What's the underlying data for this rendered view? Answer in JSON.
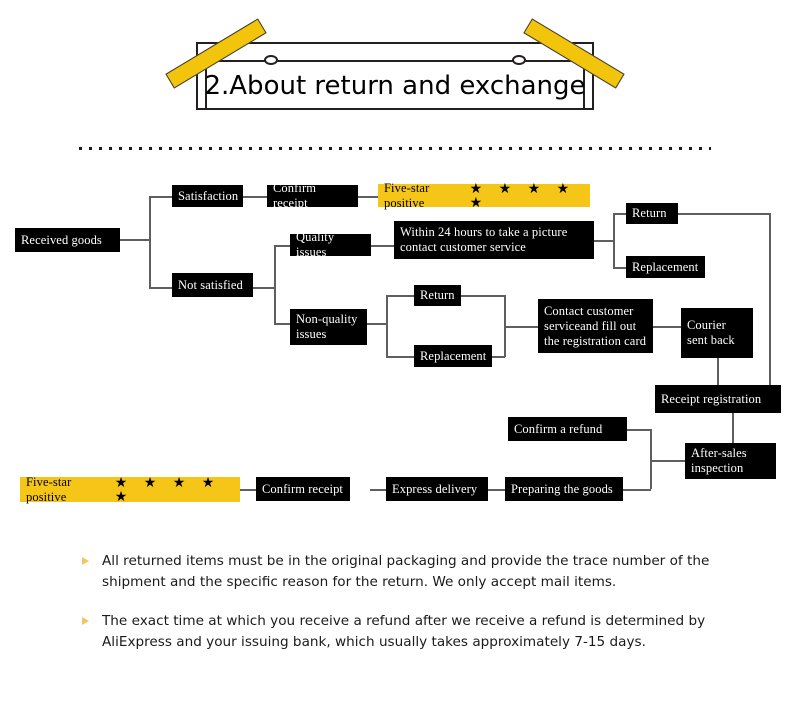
{
  "header": {
    "title": "2.About return and exchange",
    "ribbon_color": "#f2c40c"
  },
  "flowchart": {
    "accent_yellow": "#f5c518",
    "node_bg": "#000000",
    "line_color": "#5f5f5f",
    "stars": "★ ★ ★ ★ ★",
    "nodes": {
      "received_goods": "Received goods",
      "satisfaction": "Satisfaction",
      "confirm_receipt_top": "Confirm receipt",
      "five_star_top": "Five-star positive",
      "not_satisfied": "Not satisfied",
      "quality_issues": "Quality issues",
      "within_24h": "Within 24 hours to take a picture contact customer service",
      "return_top": "Return",
      "replacement_top": "Replacement",
      "non_quality_issues": "Non-quality issues",
      "return_mid": "Return",
      "replacement_mid": "Replacement",
      "contact_cs_card": "Contact customer serviceand fill out the registration card",
      "courier_sent_back": "Courier sent back",
      "receipt_registration": "Receipt registration",
      "after_sales_inspection": "After-sales inspection",
      "confirm_a_refund": "Confirm a refund",
      "preparing_the_goods": "Preparing the goods",
      "express_delivery": "Express delivery",
      "confirm_receipt_bottom": "Confirm receipt",
      "five_star_bottom": "Five-star positive"
    }
  },
  "notes": [
    "All returned items must be in the original packaging and provide the trace number of the shipment and the specific reason for the return. We only accept mail items.",
    "The exact time at which you receive a refund after we receive a refund is determined by AliExpress and your issuing bank, which usually takes approximately 7-15 days."
  ]
}
